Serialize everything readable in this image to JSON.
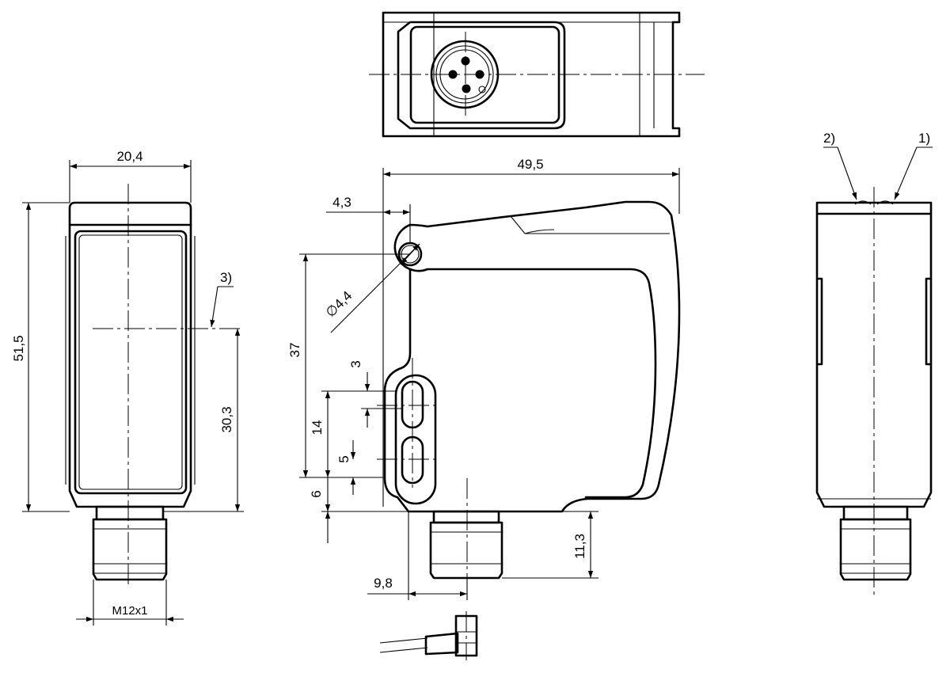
{
  "dimensions": {
    "width_front": "20,4",
    "height_total": "51,5",
    "lens_center_height": "30,3",
    "connector_thread": "M12x1",
    "depth_total": "49,5",
    "hole_offset": "4,3",
    "hole_diameter": "4,4",
    "hole_height": "37",
    "slot_width": "3",
    "slot_spacing": "14",
    "slot_height": "5",
    "slot_bottom": "6",
    "connector_offset": "9,8",
    "connector_length": "11,3"
  },
  "callouts": {
    "note1": "1)",
    "note2": "2)",
    "note3": "3)"
  },
  "symbols": {
    "diameter": "∅"
  }
}
